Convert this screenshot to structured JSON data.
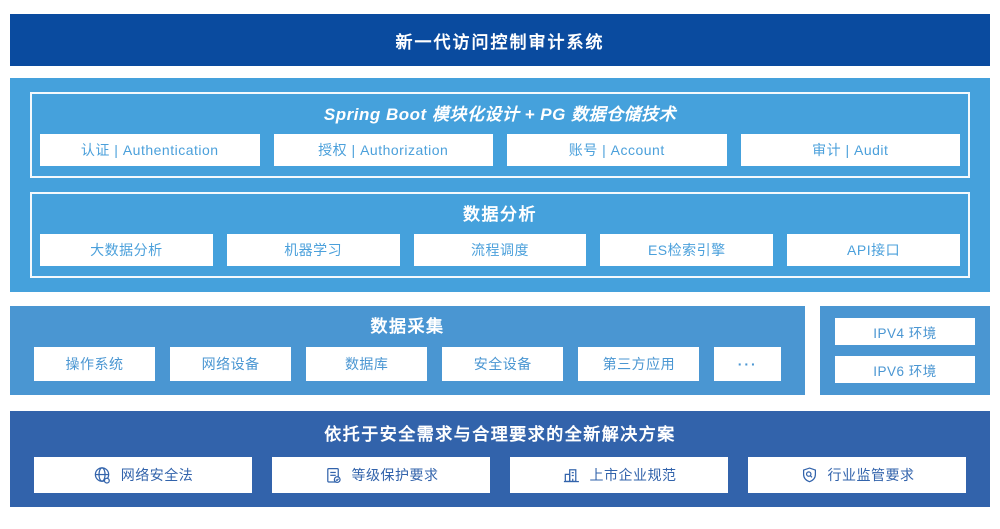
{
  "header": {
    "title": "新一代访问控制审计系统"
  },
  "platform": {
    "modules": {
      "title": "Spring Boot 模块化设计 + PG 数据仓储技术",
      "items": [
        {
          "label": "认证 | Authentication"
        },
        {
          "label": "授权 | Authorization"
        },
        {
          "label": "账号 | Account"
        },
        {
          "label": "审计 | Audit"
        }
      ]
    },
    "analysis": {
      "title": "数据分析",
      "items": [
        {
          "label": "大数据分析"
        },
        {
          "label": "机器学习"
        },
        {
          "label": "流程调度"
        },
        {
          "label": "ES检索引擎"
        },
        {
          "label": "API接口"
        }
      ]
    }
  },
  "collection": {
    "title": "数据采集",
    "items": [
      {
        "label": "操作系统"
      },
      {
        "label": "网络设备"
      },
      {
        "label": "数据库"
      },
      {
        "label": "安全设备"
      },
      {
        "label": "第三方应用"
      },
      {
        "label": "···"
      }
    ]
  },
  "environments": {
    "items": [
      {
        "label": "IPV4 环境"
      },
      {
        "label": "IPV6 环境"
      }
    ]
  },
  "solution": {
    "title": "依托于安全需求与合理要求的全新解决方案",
    "items": [
      {
        "icon": "globe-icon",
        "label": "网络安全法"
      },
      {
        "icon": "checklist-check-icon",
        "label": "等级保护要求"
      },
      {
        "icon": "buildings-icon",
        "label": "上市企业规范"
      },
      {
        "icon": "shield-search-icon",
        "label": "行业监管要求"
      }
    ]
  },
  "colors": {
    "header_bg": "#0a4b9f",
    "platform_bg": "#45a1dc",
    "collection_bg": "#4a96d2",
    "solution_bg": "#3263ab",
    "node_text_light": "#4ba0db",
    "node_text_dark": "#3263ab",
    "white": "#ffffff"
  }
}
